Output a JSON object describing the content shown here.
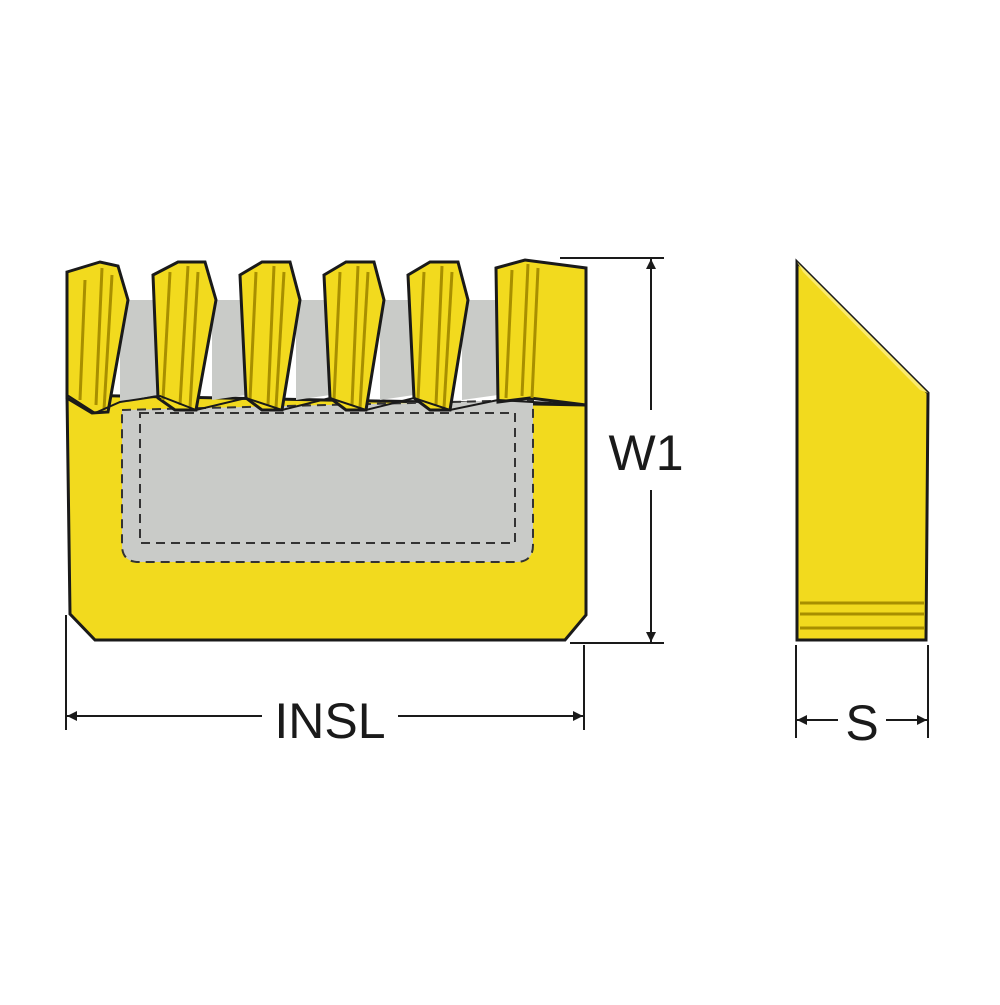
{
  "diagram": {
    "colors": {
      "insert_body": "#F2DA1E",
      "insert_dark": "#A88F00",
      "insert_light": "#FAEB6E",
      "pocket": "#C9CBC8",
      "outline": "#1a1a1a"
    },
    "dimensions": {
      "width_label": "W1",
      "length_label": "INSL",
      "thickness_label": "S"
    }
  }
}
